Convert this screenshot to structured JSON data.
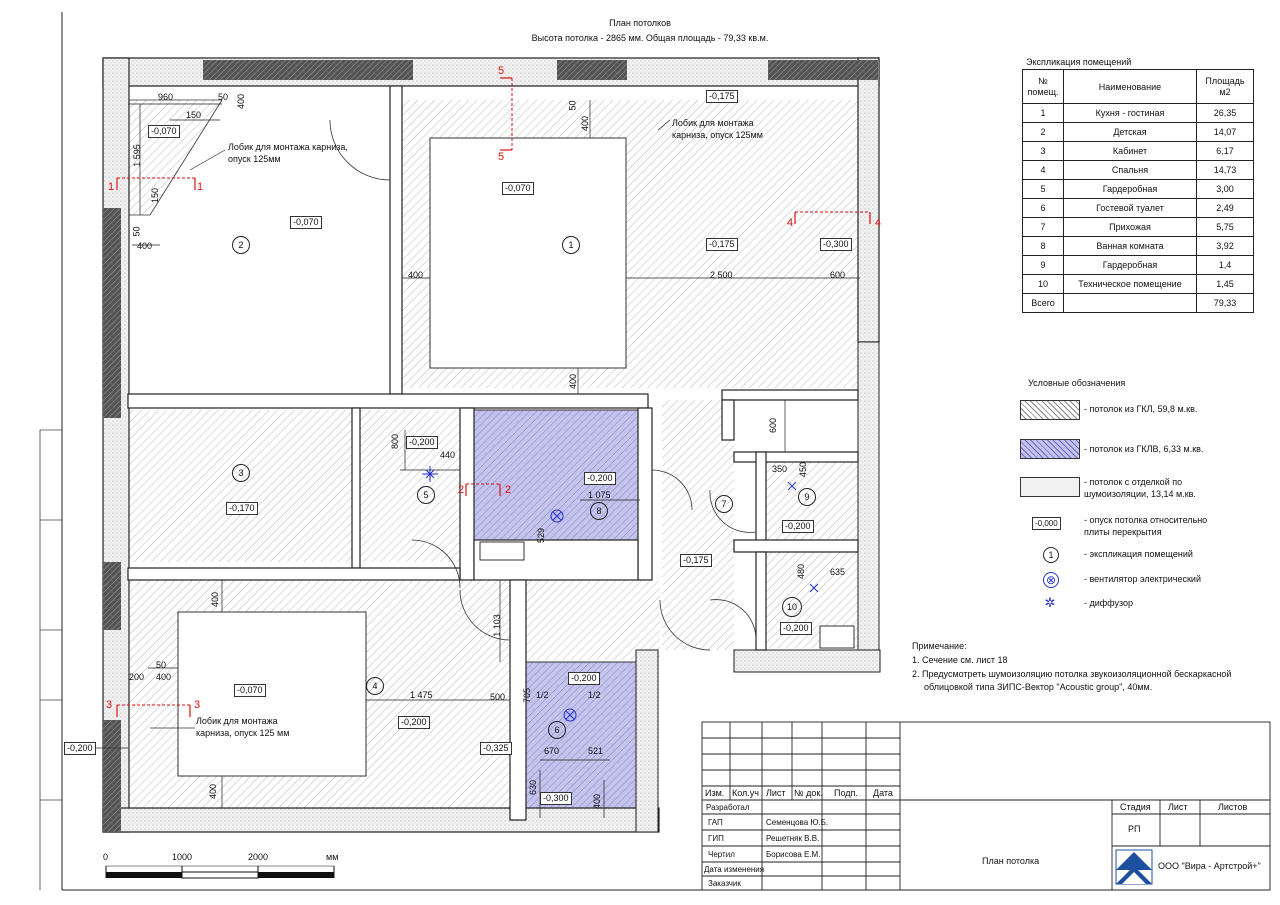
{
  "title": {
    "line1": "План потолков",
    "line2": "Высота потолка - 2865 мм. Общая площадь - 79,33 кв.м."
  },
  "explication": {
    "title": "Экспликация  помещений",
    "headers": {
      "num": "№ помещ.",
      "name": "Наименование",
      "area": "Площадь м2"
    },
    "rows": [
      {
        "num": "1",
        "name": "Кухня - гостиная",
        "area": "26,35"
      },
      {
        "num": "2",
        "name": "Детская",
        "area": "14,07"
      },
      {
        "num": "3",
        "name": "Кабинет",
        "area": "6,17"
      },
      {
        "num": "4",
        "name": "Спальня",
        "area": "14,73"
      },
      {
        "num": "5",
        "name": "Гардеробная",
        "area": "3,00"
      },
      {
        "num": "6",
        "name": "Гостевой туалет",
        "area": "2,49"
      },
      {
        "num": "7",
        "name": "Прихожая",
        "area": "5,75"
      },
      {
        "num": "8",
        "name": "Ванная комната",
        "area": "3,92"
      },
      {
        "num": "9",
        "name": "Гардеробная",
        "area": "1,4"
      },
      {
        "num": "10",
        "name": "Техническое помещение",
        "area": "1,45"
      }
    ],
    "total_label": "Всего",
    "total_area": "79,33"
  },
  "legend": {
    "title": "Условные обозначения",
    "items": [
      {
        "key": "gkl",
        "text1": "- потолок из ГКЛ, 59,8 м.кв.",
        "text2": ""
      },
      {
        "key": "gklv",
        "text1": "- потолок из ГКЛВ, 6,33 м.кв.",
        "text2": ""
      },
      {
        "key": "noise",
        "text1": "- потолок с отделкой по",
        "text2": "шумоизоляции, 13,14 м.кв."
      },
      {
        "key": "level",
        "sample": "-0,000",
        "text1": "- опуск потолка относительно",
        "text2": "плиты перекрытия"
      },
      {
        "key": "room",
        "sample": "1",
        "text1": "- экспликация помещений",
        "text2": ""
      },
      {
        "key": "fan",
        "text1": "- вентилятор электрический",
        "text2": ""
      },
      {
        "key": "diffuser",
        "text1": "- диффузор",
        "text2": ""
      }
    ]
  },
  "notes": {
    "title": "Примечание:",
    "lines": [
      "1. Сечение  см. лист 18",
      "2. Предусмотреть шумоизоляцию потолка звукоизоляционной бескаркасной",
      "облицовкой типа ЗИПС-Вектор \"Acoustic group\", 40мм."
    ]
  },
  "plan": {
    "rooms": [
      "1",
      "2",
      "3",
      "4",
      "5",
      "6",
      "7",
      "8",
      "9",
      "10"
    ],
    "levels": [
      "-0,070",
      "-0,070",
      "-0,070",
      "-0,175",
      "-0,300",
      "-0,170",
      "-0,200",
      "-0,200",
      "-0,175",
      "-0,200",
      "-0,200",
      "-0,070",
      "-0,200",
      "-0,325",
      "-0,200",
      "-0,300",
      "-0,200",
      "-0,175"
    ],
    "dims": [
      "960",
      "150",
      "50",
      "400",
      "1 595",
      "150",
      "50",
      "400",
      "400",
      "2 500",
      "600",
      "400",
      "50",
      "400",
      "800",
      "440",
      "1 075",
      "529",
      "600",
      "350",
      "450",
      "480",
      "635",
      "400",
      "1 103",
      "50",
      "400",
      "200",
      "1 475",
      "500",
      "705",
      "1/2",
      "1/2",
      "670",
      "521",
      "630",
      "400",
      "400"
    ],
    "cornice_note_1": "Лобик для монтажа карниза,",
    "cornice_note_1b": "опуск 125мм",
    "cornice_note_2": "Лобик для монтажа",
    "cornice_note_2b": "карниза, опуск 125мм",
    "cornice_note_3": "Лобик для монтажа",
    "cornice_note_3b": "карниза, опуск 125 мм",
    "sections": [
      "1",
      "2",
      "3",
      "4",
      "5"
    ]
  },
  "scale": {
    "ticks": [
      "0",
      "1000",
      "2000"
    ],
    "unit": "мм"
  },
  "stamp": {
    "headers": [
      "Изм.",
      "Кол.уч",
      "Лист",
      "№ док.",
      "Подп.",
      "Дата"
    ],
    "roles": [
      "Разработал",
      "ГАП",
      "ГИП",
      "Чертил",
      "Дата изменения",
      "Заказчик"
    ],
    "names": [
      "",
      "Семенцова Ю.Б.",
      "Решетняк В.В.",
      "Борисова Е.М.",
      "",
      ""
    ],
    "stage_label": "Стадия",
    "sheet_label": "Лист",
    "sheets_label": "Листов",
    "stage_value": "РП",
    "drawing_title": "План потолка",
    "company": "ООО \"Вира - Артстрой+\""
  },
  "colors": {
    "gklv_fill": "#b9b8e6",
    "section_red": "#d11",
    "fan_blue": "#2233cc"
  }
}
